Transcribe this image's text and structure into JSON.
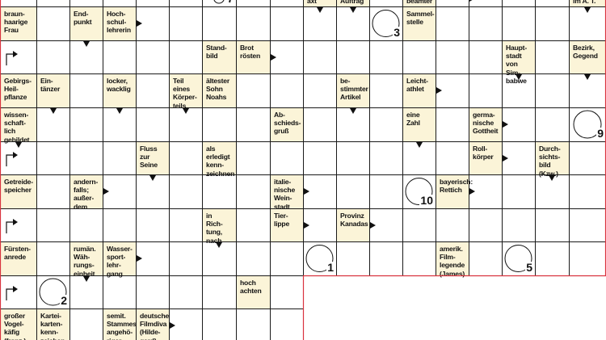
{
  "puzzle": {
    "clues": [
      {
        "r": 0,
        "c": 9,
        "text": "axt"
      },
      {
        "r": 0,
        "c": 10,
        "text": "Auftrag"
      },
      {
        "r": 0,
        "c": 12,
        "text": "beamter"
      },
      {
        "r": 0,
        "c": 17,
        "text": "im A. T."
      },
      {
        "r": 1,
        "c": 0,
        "text": "braun-\nhaarige\nFrau"
      },
      {
        "r": 1,
        "c": 2,
        "text": "End-\npunkt"
      },
      {
        "r": 1,
        "c": 3,
        "text": "Hoch-\nschul-\nlehrerin"
      },
      {
        "r": 1,
        "c": 12,
        "text": "Sammel-\nstelle"
      },
      {
        "r": 2,
        "c": 6,
        "text": "Stand-\nbild"
      },
      {
        "r": 2,
        "c": 7,
        "text": "Brot\nrösten"
      },
      {
        "r": 2,
        "c": 15,
        "text": "Haupt-\nstadt von\nSim-\nbabwe"
      },
      {
        "r": 2,
        "c": 17,
        "text": "Bezirk,\nGegend"
      },
      {
        "r": 3,
        "c": 0,
        "text": "Gebirgs-\nHeil-\npflanze"
      },
      {
        "r": 3,
        "c": 1,
        "text": "Ein-\ntänzer"
      },
      {
        "r": 3,
        "c": 3,
        "text": "locker,\nwacklig"
      },
      {
        "r": 3,
        "c": 5,
        "text": "Teil\neines\nKörper-\nteils"
      },
      {
        "r": 3,
        "c": 6,
        "text": "ältester\nSohn\nNoahs"
      },
      {
        "r": 3,
        "c": 10,
        "text": "be-\nstimmter\nArtikel"
      },
      {
        "r": 3,
        "c": 12,
        "text": "Leicht-\nathlet"
      },
      {
        "r": 4,
        "c": 0,
        "text": "wissen-\nschaft-\nlich\ngebildet"
      },
      {
        "r": 4,
        "c": 8,
        "text": "Ab-\nschieds-\ngruß"
      },
      {
        "r": 4,
        "c": 12,
        "text": "eine\nZahl"
      },
      {
        "r": 4,
        "c": 14,
        "text": "germa-\nnische\nGottheit"
      },
      {
        "r": 5,
        "c": 4,
        "text": "Fluss\nzur\nSeine"
      },
      {
        "r": 5,
        "c": 6,
        "text": "als\nerledigt\nkenn-\nzeichnen"
      },
      {
        "r": 5,
        "c": 14,
        "text": "Roll-\nkörper"
      },
      {
        "r": 5,
        "c": 16,
        "text": "Durch-\nsichts-\nbild\n(Kzw.)"
      },
      {
        "r": 6,
        "c": 0,
        "text": "Getreide-\nspeicher"
      },
      {
        "r": 6,
        "c": 2,
        "text": "andern-\nfalls;\naußer-\ndem"
      },
      {
        "r": 6,
        "c": 8,
        "text": "italie-\nnische\nWein-\nstadt"
      },
      {
        "r": 6,
        "c": 13,
        "text": "bayerisch:\nRettich"
      },
      {
        "r": 7,
        "c": 6,
        "text": "in\nRich-\ntung,\nnach"
      },
      {
        "r": 7,
        "c": 8,
        "text": "Tier-\nlippe"
      },
      {
        "r": 7,
        "c": 10,
        "text": "Provinz\nKanadas"
      },
      {
        "r": 8,
        "c": 0,
        "text": "Fürsten-\nanrede"
      },
      {
        "r": 8,
        "c": 2,
        "text": "rumän.\nWäh-\nrungs-\neinheit"
      },
      {
        "r": 8,
        "c": 3,
        "text": "Wasser-\nsport-\nlehr-\ngang"
      },
      {
        "r": 8,
        "c": 13,
        "text": "amerik.\nFilm-\nlegende\n(James)"
      },
      {
        "r": 9,
        "c": 7,
        "text": "hoch\nachten"
      },
      {
        "r": 10,
        "c": 0,
        "text": "großer\nVogel-\nkäfig\n(franz.)"
      },
      {
        "r": 10,
        "c": 1,
        "text": "Kartei-\nkarten-\nkenn-\nzeichen"
      },
      {
        "r": 10,
        "c": 3,
        "text": "semit.\nStammes-\nangehö-\nriger"
      },
      {
        "r": 10,
        "c": 4,
        "text": "deutsche\nFilmdiva\n(Hilde-\ngard)"
      }
    ],
    "circles": [
      {
        "r": 0,
        "c": 6,
        "num": "7"
      },
      {
        "r": 1,
        "c": 11,
        "num": "3"
      },
      {
        "r": 4,
        "c": 17,
        "num": "9"
      },
      {
        "r": 6,
        "c": 12,
        "num": "10"
      },
      {
        "r": 8,
        "c": 9,
        "num": "1"
      },
      {
        "r": 8,
        "c": 15,
        "num": "5"
      },
      {
        "r": 9,
        "c": 1,
        "num": "2"
      }
    ],
    "arrows_right": [
      {
        "r": 1,
        "c": 3
      },
      {
        "r": 2,
        "c": 7
      },
      {
        "r": 3,
        "c": 12
      },
      {
        "r": 4,
        "c": 14
      },
      {
        "r": 6,
        "c": 2
      },
      {
        "r": 6,
        "c": 8
      },
      {
        "r": 7,
        "c": 10
      },
      {
        "r": 8,
        "c": 3
      },
      {
        "r": 10,
        "c": 4
      },
      {
        "r": 0,
        "c": 13
      },
      {
        "r": 5,
        "c": 14
      },
      {
        "r": 7,
        "c": 8
      },
      {
        "r": 6,
        "c": 13
      }
    ],
    "arrows_down": [
      {
        "r": 0,
        "c": 9
      },
      {
        "r": 0,
        "c": 10
      },
      {
        "r": 1,
        "c": 2
      },
      {
        "r": 3,
        "c": 1
      },
      {
        "r": 3,
        "c": 3
      },
      {
        "r": 3,
        "c": 5
      },
      {
        "r": 3,
        "c": 10
      },
      {
        "r": 4,
        "c": 12
      },
      {
        "r": 5,
        "c": 4
      },
      {
        "r": 5,
        "c": 16
      },
      {
        "r": 7,
        "c": 6
      },
      {
        "r": 8,
        "c": 2
      },
      {
        "r": 2,
        "c": 15
      },
      {
        "r": 2,
        "c": 17
      },
      {
        "r": 4,
        "c": 0
      },
      {
        "r": 0,
        "c": 17
      }
    ],
    "start_arrows": [
      {
        "r": 2,
        "c": 0
      },
      {
        "r": 5,
        "c": 0
      },
      {
        "r": 7,
        "c": 0
      },
      {
        "r": 9,
        "c": 0
      }
    ],
    "colors": {
      "clue_bg": "#fbf4d8",
      "grid_line": "#1a1a1a",
      "frame": "#d9343f"
    }
  }
}
